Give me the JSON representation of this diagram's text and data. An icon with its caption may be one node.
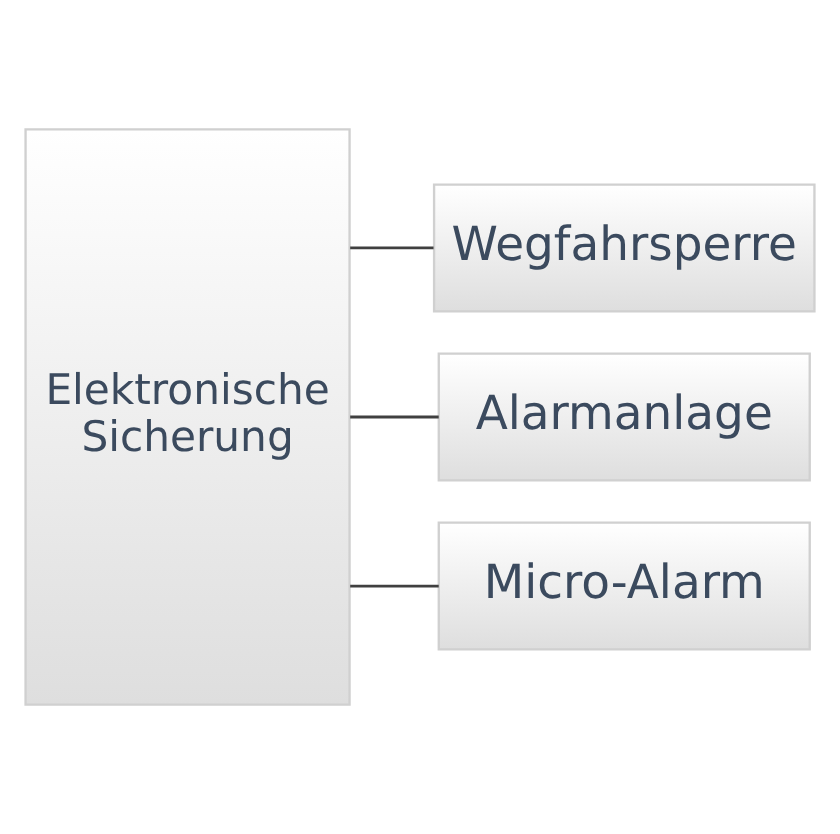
{
  "diagram": {
    "nodes": [
      {
        "text": [
          "Elektronische Sicherung"
        ]
      },
      {
        "text": [
          "Wegfahrsperre"
        ]
      },
      {
        "text": [
          "Alarmanlage"
        ]
      },
      {
        "text": [
          "Micro-Alarm"
        ]
      }
    ],
    "edges": [
      {
        "from": 0,
        "to": 1,
        "arrow": "none"
      },
      {
        "from": 0,
        "to": 2,
        "arrow": "none"
      },
      {
        "from": 0,
        "to": 3,
        "arrow": "none"
      }
    ]
  }
}
